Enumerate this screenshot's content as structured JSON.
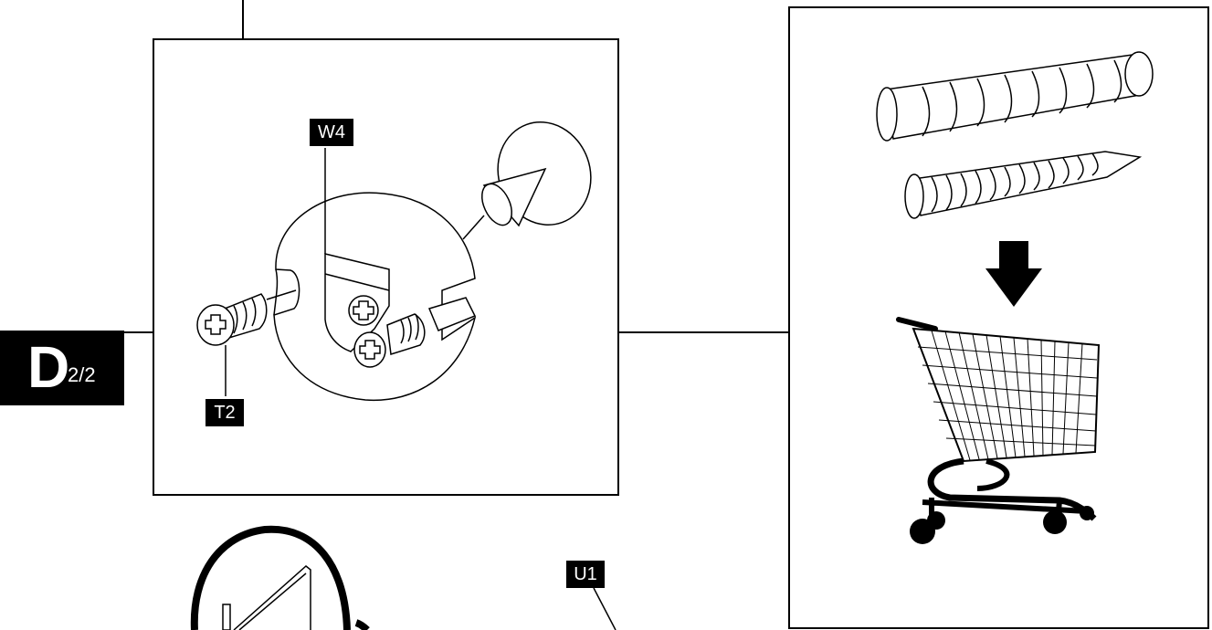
{
  "step": {
    "letter": "D",
    "fraction": "2/2"
  },
  "labels": {
    "w4": "W4",
    "t2": "T2",
    "u1": "U1"
  },
  "colors": {
    "ink": "#000000",
    "paper": "#ffffff"
  },
  "icons": [
    "cam-lock-icon",
    "screw-icon",
    "wall-plug-icon",
    "shopping-cart-icon",
    "arrow-down-icon"
  ]
}
